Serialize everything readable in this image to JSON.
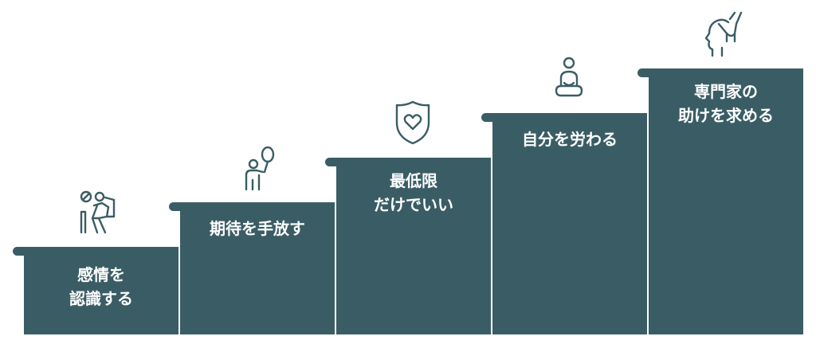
{
  "steps": [
    {
      "line1": "感情を",
      "line2": "認識する",
      "icon": "person-reading-icon"
    },
    {
      "line1": "期待を手放す",
      "line2": "",
      "icon": "person-balloon-icon"
    },
    {
      "line1": "最低限",
      "line2": "だけでいい",
      "icon": "shield-heart-icon"
    },
    {
      "line1": "自分を労わる",
      "line2": "",
      "icon": "meditation-icon"
    },
    {
      "line1": "専門家の",
      "line2": "助けを求める",
      "icon": "hand-on-head-icon"
    }
  ],
  "colors": {
    "step": "#3a5d65"
  }
}
